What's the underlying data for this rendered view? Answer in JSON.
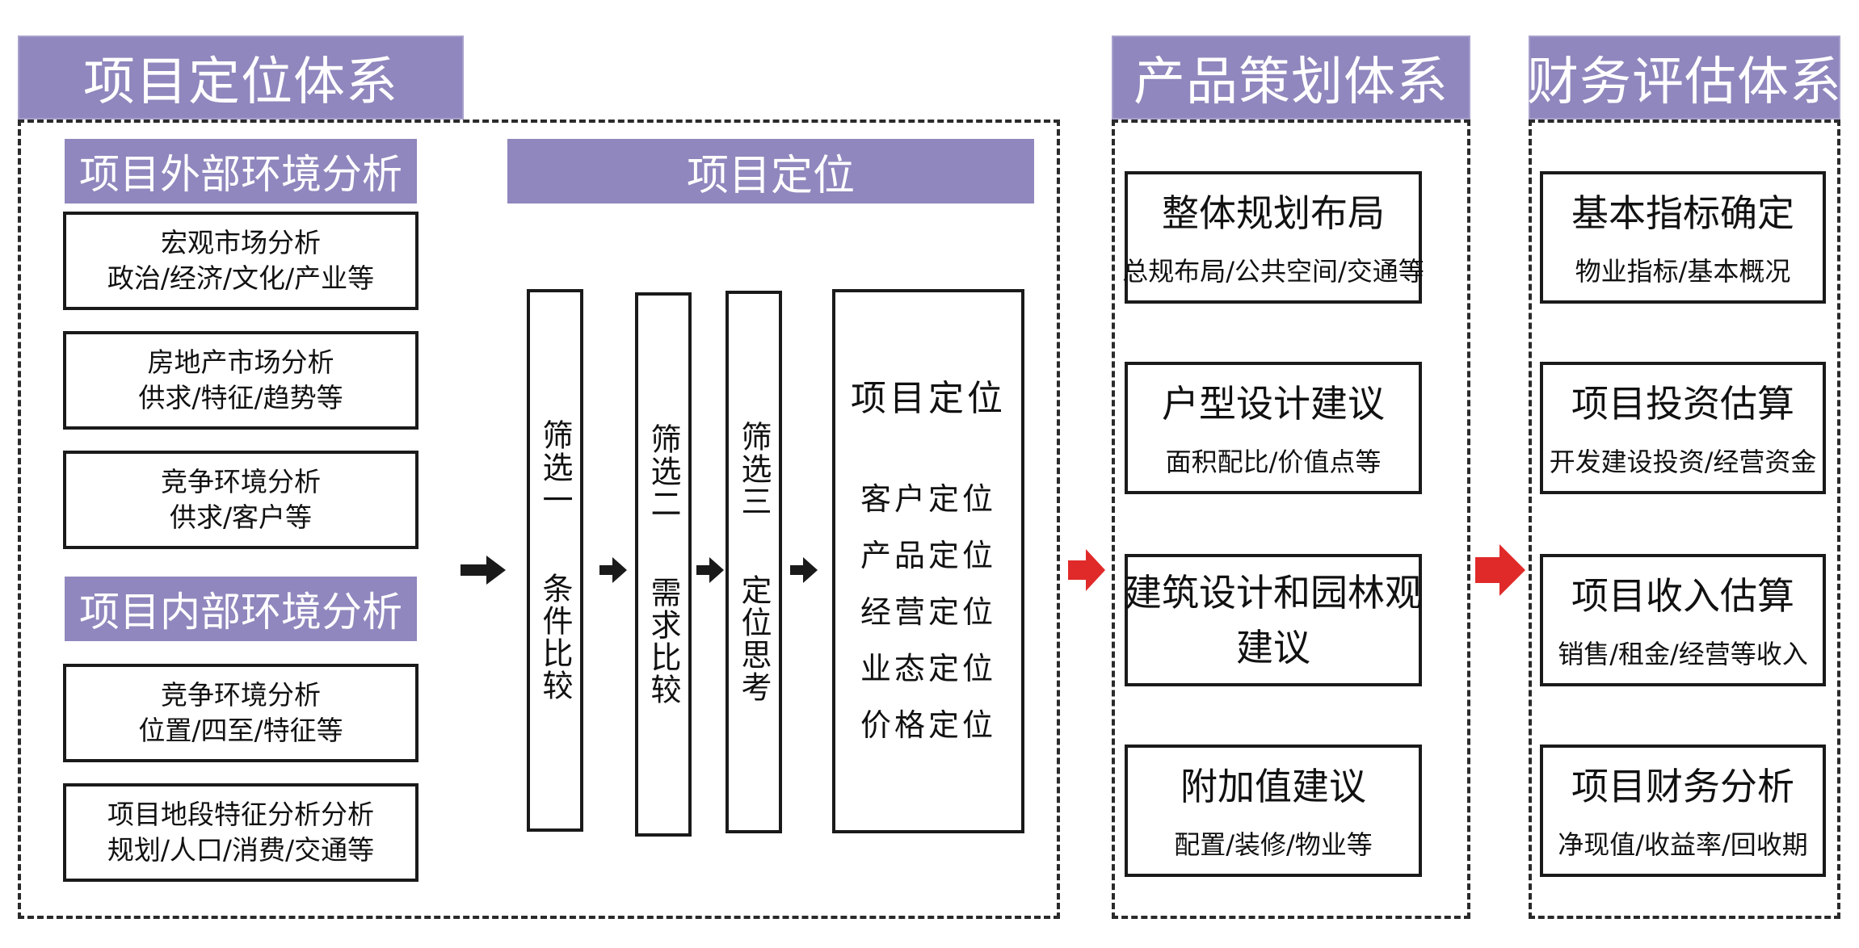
{
  "sections": {
    "positioning_title": "项目定位体系",
    "product_title": "产品策划体系",
    "finance_title": "财务评估体系"
  },
  "external": {
    "title": "项目外部环境分析",
    "items": [
      {
        "line1": "宏观市场分析",
        "line2": "政治/经济/文化/产业等"
      },
      {
        "line1": "房地产市场分析",
        "line2": "供求/特征/趋势等"
      },
      {
        "line1": "竞争环境分析",
        "line2": "供求/客户等"
      }
    ]
  },
  "internal": {
    "title": "项目内部环境分析",
    "items": [
      {
        "line1": "竞争环境分析",
        "line2": "位置/四至/特征等"
      },
      {
        "line1": "项目地段特征分析分析",
        "line2": "规划/人口/消费/交通等"
      }
    ]
  },
  "positioning": {
    "header": "项目定位",
    "filters": [
      {
        "label": "筛选一",
        "detail": "条件比较"
      },
      {
        "label": "筛选二",
        "detail": "需求比较"
      },
      {
        "label": "筛选三",
        "detail": "定位思考"
      }
    ],
    "result": {
      "title": "项目定位",
      "items": [
        "客户定位",
        "产品定位",
        "经营定位",
        "业态定位",
        "价格定位"
      ]
    }
  },
  "product": {
    "cards": [
      {
        "title": "整体规划布局",
        "subtitle": "总规布局/公共空间/交通等"
      },
      {
        "title": "户型设计建议",
        "subtitle": "面积配比/价值点等"
      },
      {
        "title_line1": "建筑设计和园林观",
        "title_line2": "建议"
      },
      {
        "title": "附加值建议",
        "subtitle": "配置/装修/物业等"
      }
    ]
  },
  "finance": {
    "cards": [
      {
        "title": "基本指标确定",
        "subtitle": "物业指标/基本概况"
      },
      {
        "title": "项目投资估算",
        "subtitle": "开发建设投资/经营资金"
      },
      {
        "title": "项目收入估算",
        "subtitle": "销售/租金/经营等收入"
      },
      {
        "title": "项目财务分析",
        "subtitle": "净现值/收益率/回收期"
      }
    ]
  },
  "colors": {
    "header_bg": "#8f87bd",
    "header_text": "#ffffff",
    "arrow_black": "#1a1a1a",
    "arrow_red": "#e02a2a"
  }
}
